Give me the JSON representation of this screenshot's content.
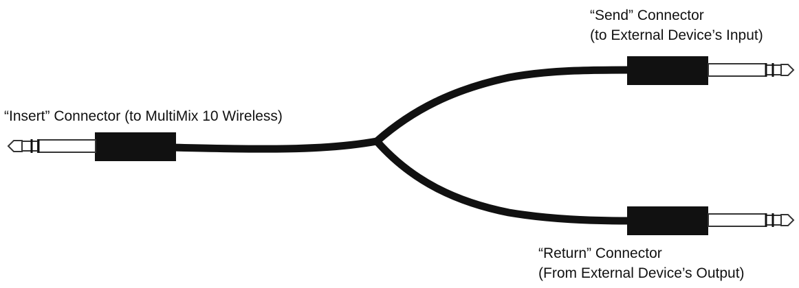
{
  "labels": {
    "insert": {
      "line1": "“Insert” Connector (to MultiMix 10 Wireless)"
    },
    "send": {
      "line1": "“Send” Connector",
      "line2": "(to External Device’s Input)"
    },
    "return": {
      "line1": "“Return” Connector",
      "line2": "(From External Device’s Output)"
    }
  },
  "colors": {
    "cable": "#111111",
    "connector_body": "#111111",
    "plug_outline": "#333333",
    "background": "#ffffff"
  }
}
